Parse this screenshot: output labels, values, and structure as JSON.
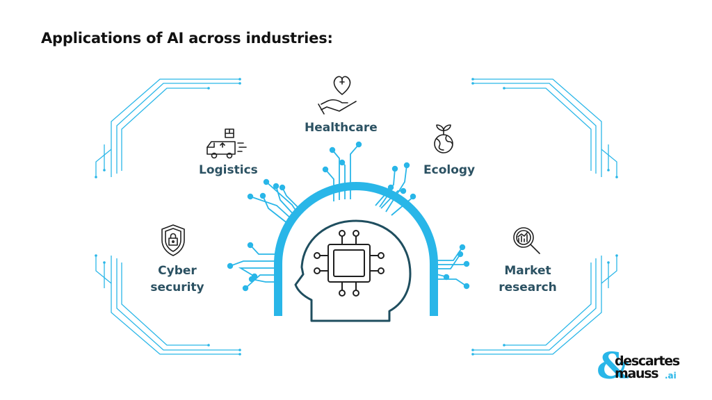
{
  "title": "Applications of AI across industries:",
  "labels": {
    "healthcare": "Healthcare",
    "logistics": "Logistics",
    "ecology": "Ecology",
    "cyber_line1": "Cyber",
    "cyber_line2": "security",
    "market_line1": "Market",
    "market_line2": "research"
  },
  "logo": {
    "amp": "&",
    "word1": "descartes",
    "word2": "mauss",
    "suffix": ".ai"
  },
  "colors": {
    "accent": "#29b6e8",
    "label": "#2b5162",
    "icon": "#1f1f1f",
    "title": "#111111"
  },
  "icons": [
    "heart-hand-icon",
    "delivery-truck-icon",
    "globe-plant-icon",
    "shield-lock-icon",
    "magnifier-chart-icon",
    "ai-head-chip-icon"
  ]
}
